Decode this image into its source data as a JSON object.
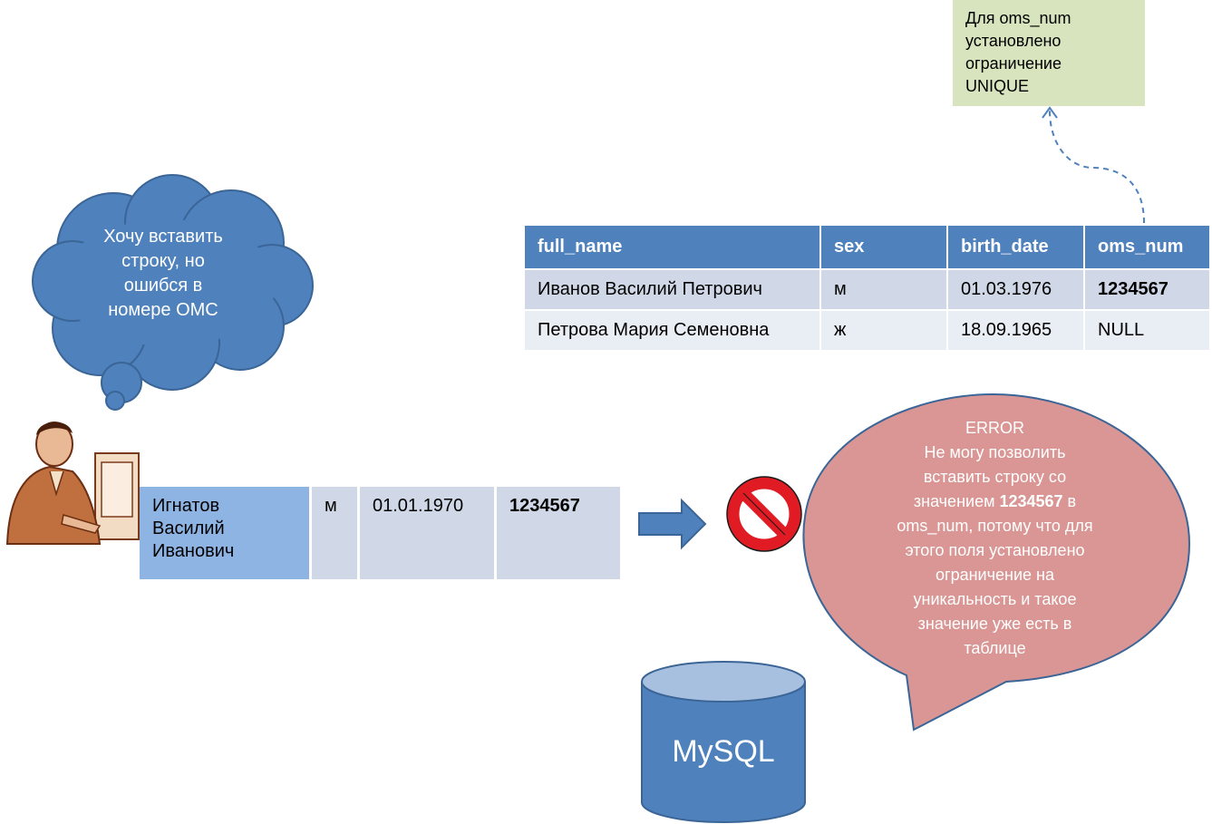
{
  "note": {
    "lines": [
      "Для oms_num",
      "установлено",
      "ограничение",
      "UNIQUE"
    ]
  },
  "table": {
    "headers": [
      "full_name",
      "sex",
      "birth_date",
      "oms_num"
    ],
    "rows": [
      [
        "Иванов Василий Петрович",
        "м",
        "01.03.1976",
        "1234567"
      ],
      [
        "Петрова Мария Семеновна",
        "ж",
        "18.09.1965",
        "NULL"
      ]
    ]
  },
  "thought": {
    "lines": [
      "Хочу вставить",
      "строку, но",
      "ошибся в",
      "номере ОМС"
    ]
  },
  "new_row": {
    "name_lines": [
      "Игнатов",
      "Василий",
      "Иванович"
    ],
    "sex": "м",
    "birth_date": "01.01.1970",
    "oms_num": "1234567"
  },
  "error": {
    "title": "ERROR",
    "line1": "Не могу позволить",
    "line2": "вставить строку со",
    "line3_pre": "значением ",
    "line3_bold": "1234567",
    "line3_post": " в",
    "line4": "oms_num, потому что для",
    "line5": "этого поля установлено",
    "line6": "ограничение на",
    "line7": "уникальность и такое",
    "line8": "значение уже есть в",
    "line9": "таблице"
  },
  "database": {
    "label": "MySQL"
  },
  "colors": {
    "header_blue": "#4f81bd",
    "row_light": "#d0d8e8",
    "row_lighter": "#e9edf4",
    "name_cell": "#8eb4e3",
    "note_green": "#d7e4bd",
    "error_pink": "#d99694",
    "no_sign_red": "#e01b24"
  },
  "icons": {
    "user": "person-at-computer-icon",
    "arrow": "right-arrow-icon",
    "forbidden": "no-entry-icon",
    "database": "database-cylinder-icon"
  }
}
